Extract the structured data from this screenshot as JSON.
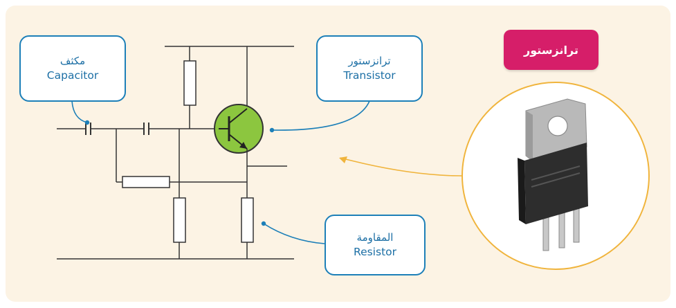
{
  "title_badge": "ترانزستور",
  "labels": {
    "capacitor": {
      "ar": "مكثف",
      "en": "Capacitor"
    },
    "transistor": {
      "ar": "ترانزستور",
      "en": "Transistor"
    },
    "resistor": {
      "ar": "المقاومة",
      "en": "Resistor"
    }
  },
  "colors": {
    "panel_bg": "#fcf3e4",
    "callout_border": "#1c7fb8",
    "callout_text": "#1c6fa5",
    "badge_bg": "#d61e69",
    "transistor_fill": "#8cc63f",
    "circle_border": "#f0b43c",
    "wire": "#333333"
  }
}
